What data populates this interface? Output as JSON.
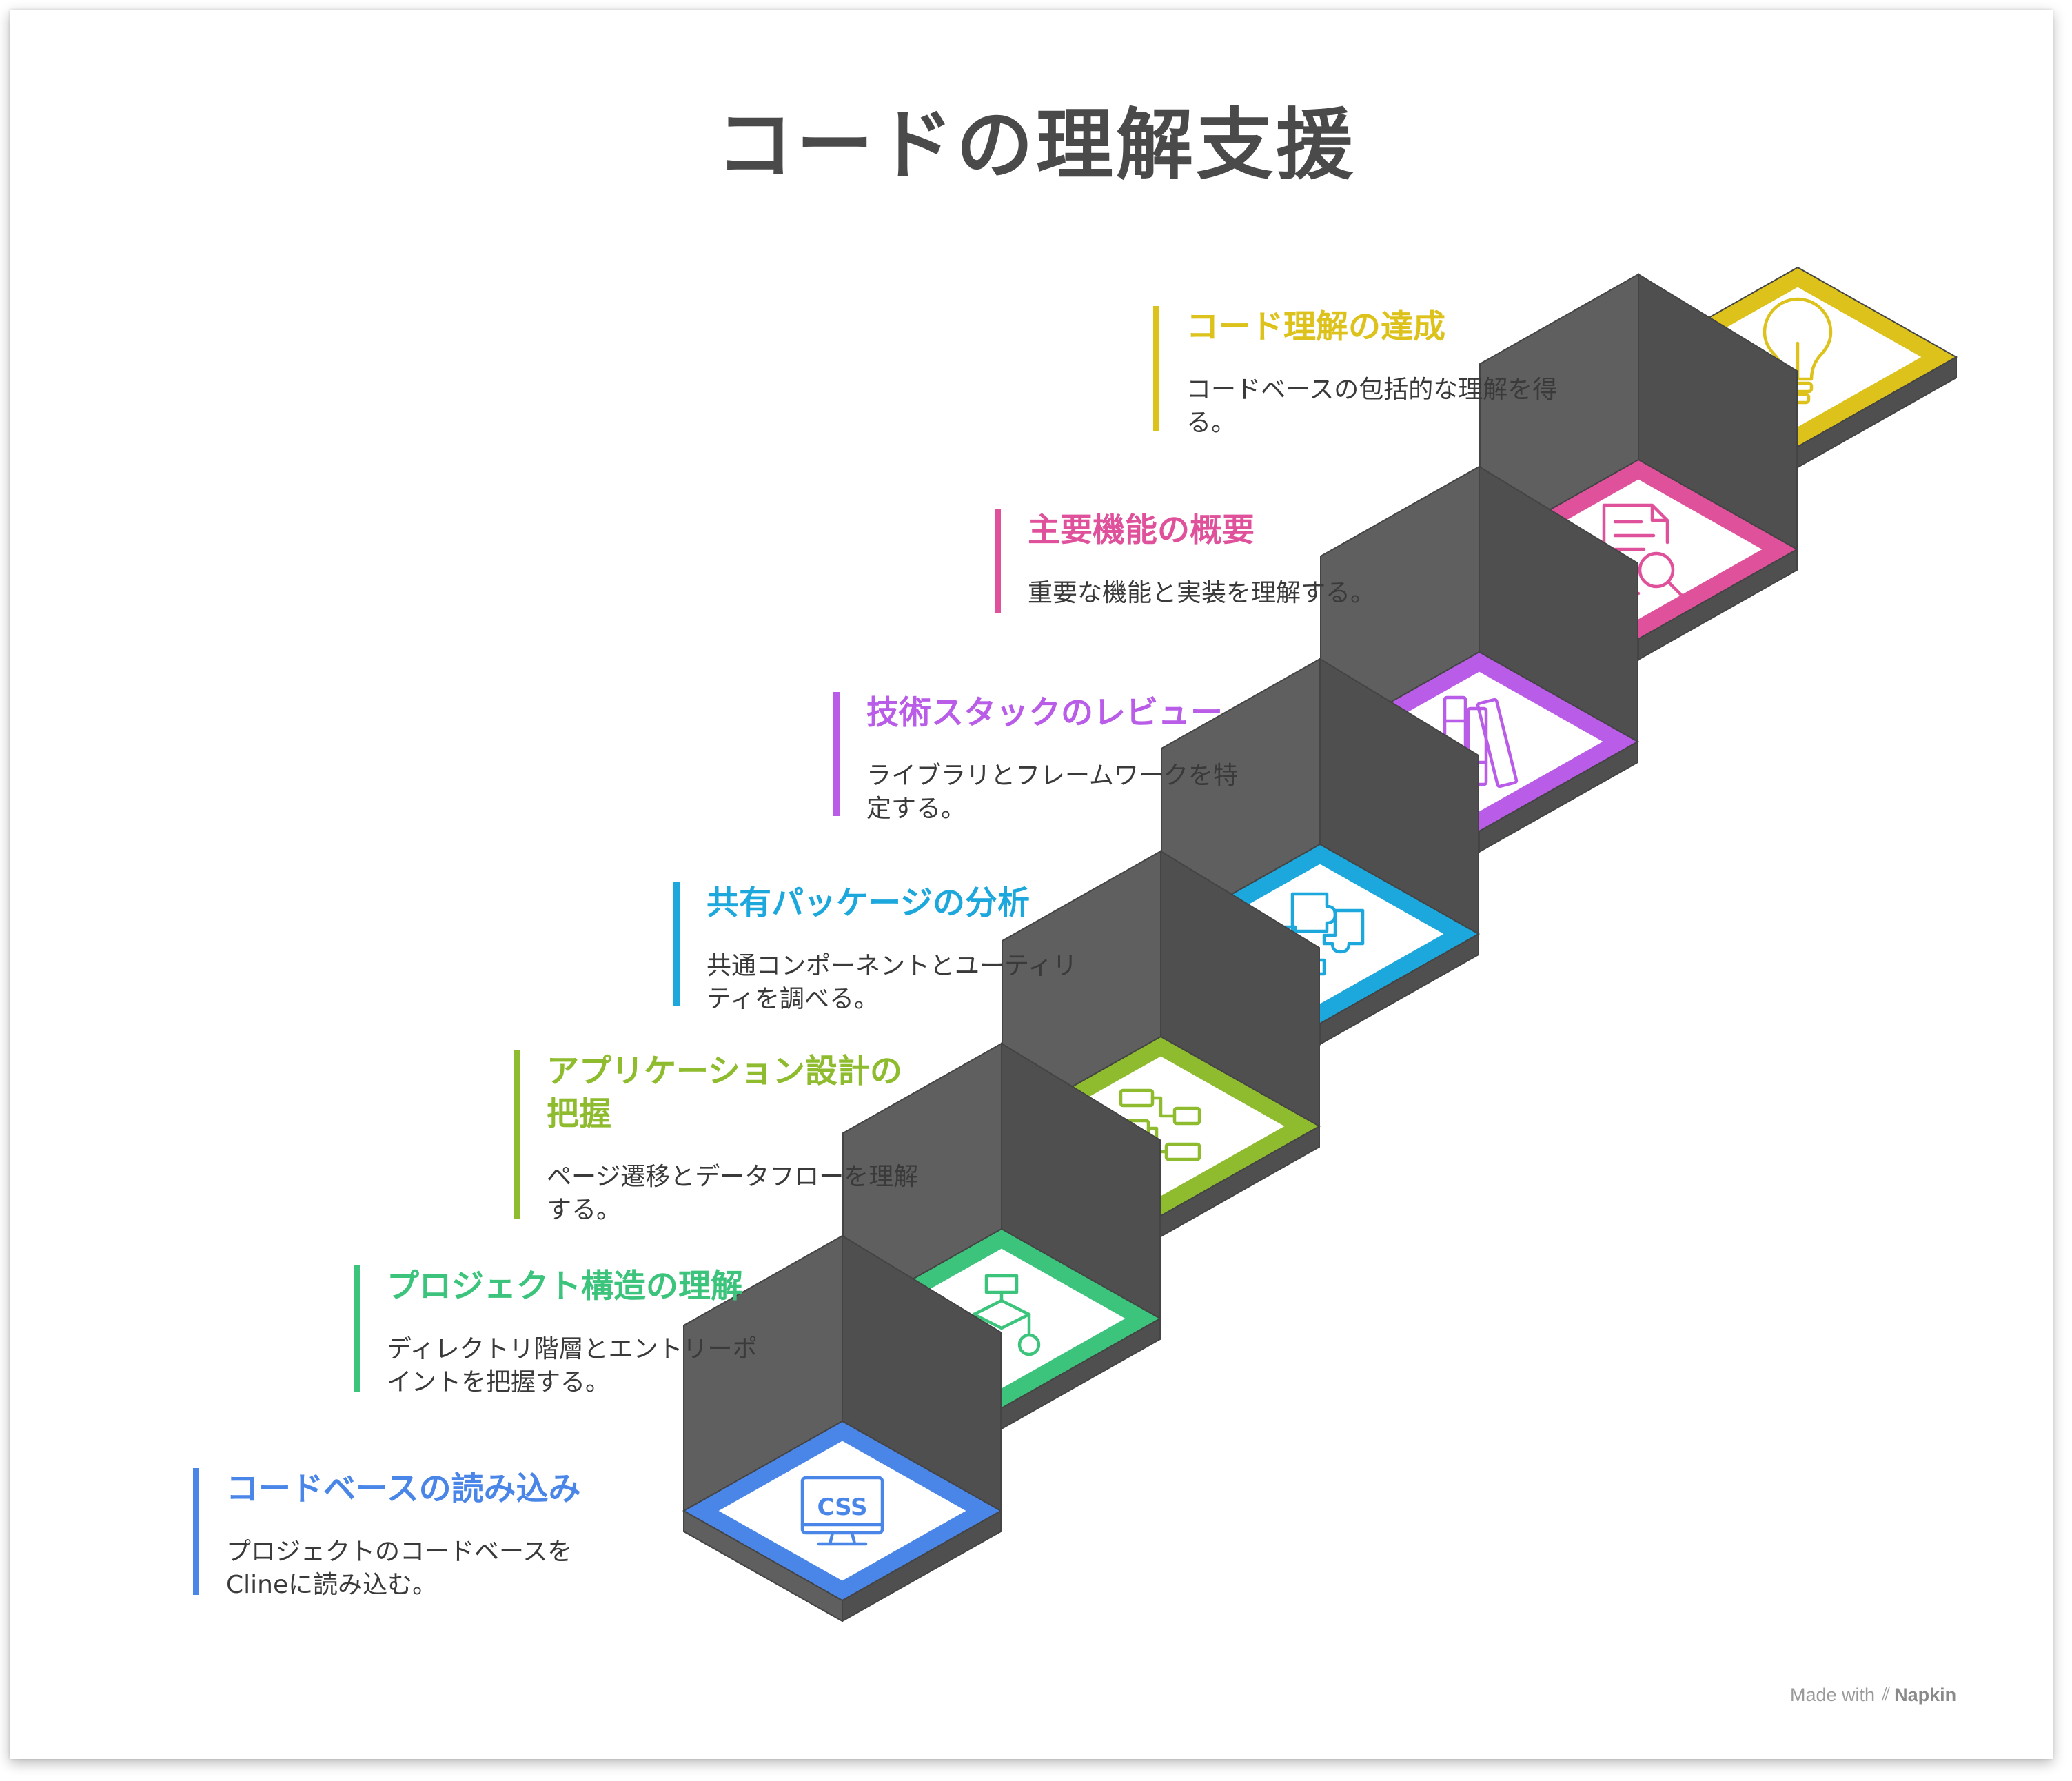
{
  "title": "コードの理解支援",
  "steps": [
    {
      "heading": "コードベースの読み込み",
      "description": "プロジェクトのコードベースを\nClineに読み込む。",
      "color": "#4a86e8",
      "icon": "css-monitor-icon"
    },
    {
      "heading": "プロジェクト構造の理解",
      "description": "ディレクトリ階層とエントリーポ\nイントを把握する。",
      "color": "#3cc47c",
      "icon": "hierarchy-tree-icon"
    },
    {
      "heading": "アプリケーション設計の\n把握",
      "description": "ページ遷移とデータフローを理解\nする。",
      "color": "#8fbc2f",
      "icon": "flowchart-icon"
    },
    {
      "heading": "共有パッケージの分析",
      "description": "共通コンポーネントとユーティリ\nティを調べる。",
      "color": "#1ca8dd",
      "icon": "puzzle-icon"
    },
    {
      "heading": "技術スタックのレビュー",
      "description": "ライブラリとフレームワークを特\n定する。",
      "color": "#b95ce8",
      "icon": "library-books-icon"
    },
    {
      "heading": "主要機能の概要",
      "description": "重要な機能と実装を理解する。",
      "color": "#e0519c",
      "icon": "document-search-icon"
    },
    {
      "heading": "コード理解の達成",
      "description": "コードベースの包括的な理解を得\nる。",
      "color": "#dcc21b",
      "icon": "lightbulb-icon"
    }
  ],
  "footer": {
    "prefix": "Made with",
    "brand": "Napkin"
  }
}
